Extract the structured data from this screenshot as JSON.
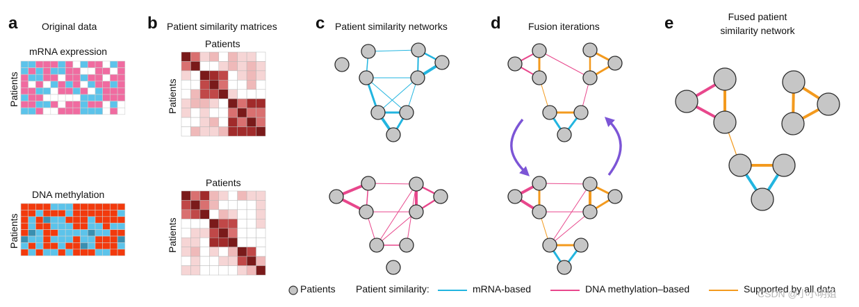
{
  "panels": {
    "a": {
      "letter": "a",
      "title": "Original data",
      "mrna_label": "mRNA expression",
      "dna_label": "DNA methylation",
      "axis_label": "Patients"
    },
    "b": {
      "letter": "b",
      "title": "Patient similarity matrices",
      "patients_top": "Patients",
      "patients_bottom": "Patients",
      "axis_label": "Patients"
    },
    "c": {
      "letter": "c",
      "title": "Patient similarity networks"
    },
    "d": {
      "letter": "d",
      "title": "Fusion iterations"
    },
    "e": {
      "letter": "e",
      "title_line1": "Fused patient",
      "title_line2": "similarity network"
    }
  },
  "legend": {
    "patients": "Patients",
    "similarity": "Patient similarity:",
    "mrna": "mRNA-based",
    "dna": "DNA methylation–based",
    "supported": "Supported by all data"
  },
  "colors": {
    "mrna": "#22b5e0",
    "dna": "#e8478c",
    "supported": "#f39a1e",
    "node_fill": "#c6c6c6",
    "node_stroke": "#2a2a2a",
    "arrow": "#7c55d6",
    "methyl_red": "#f23a0d",
    "heat_dark": "#7a1a1a"
  },
  "watermark": "CSDN @小小明姐"
}
